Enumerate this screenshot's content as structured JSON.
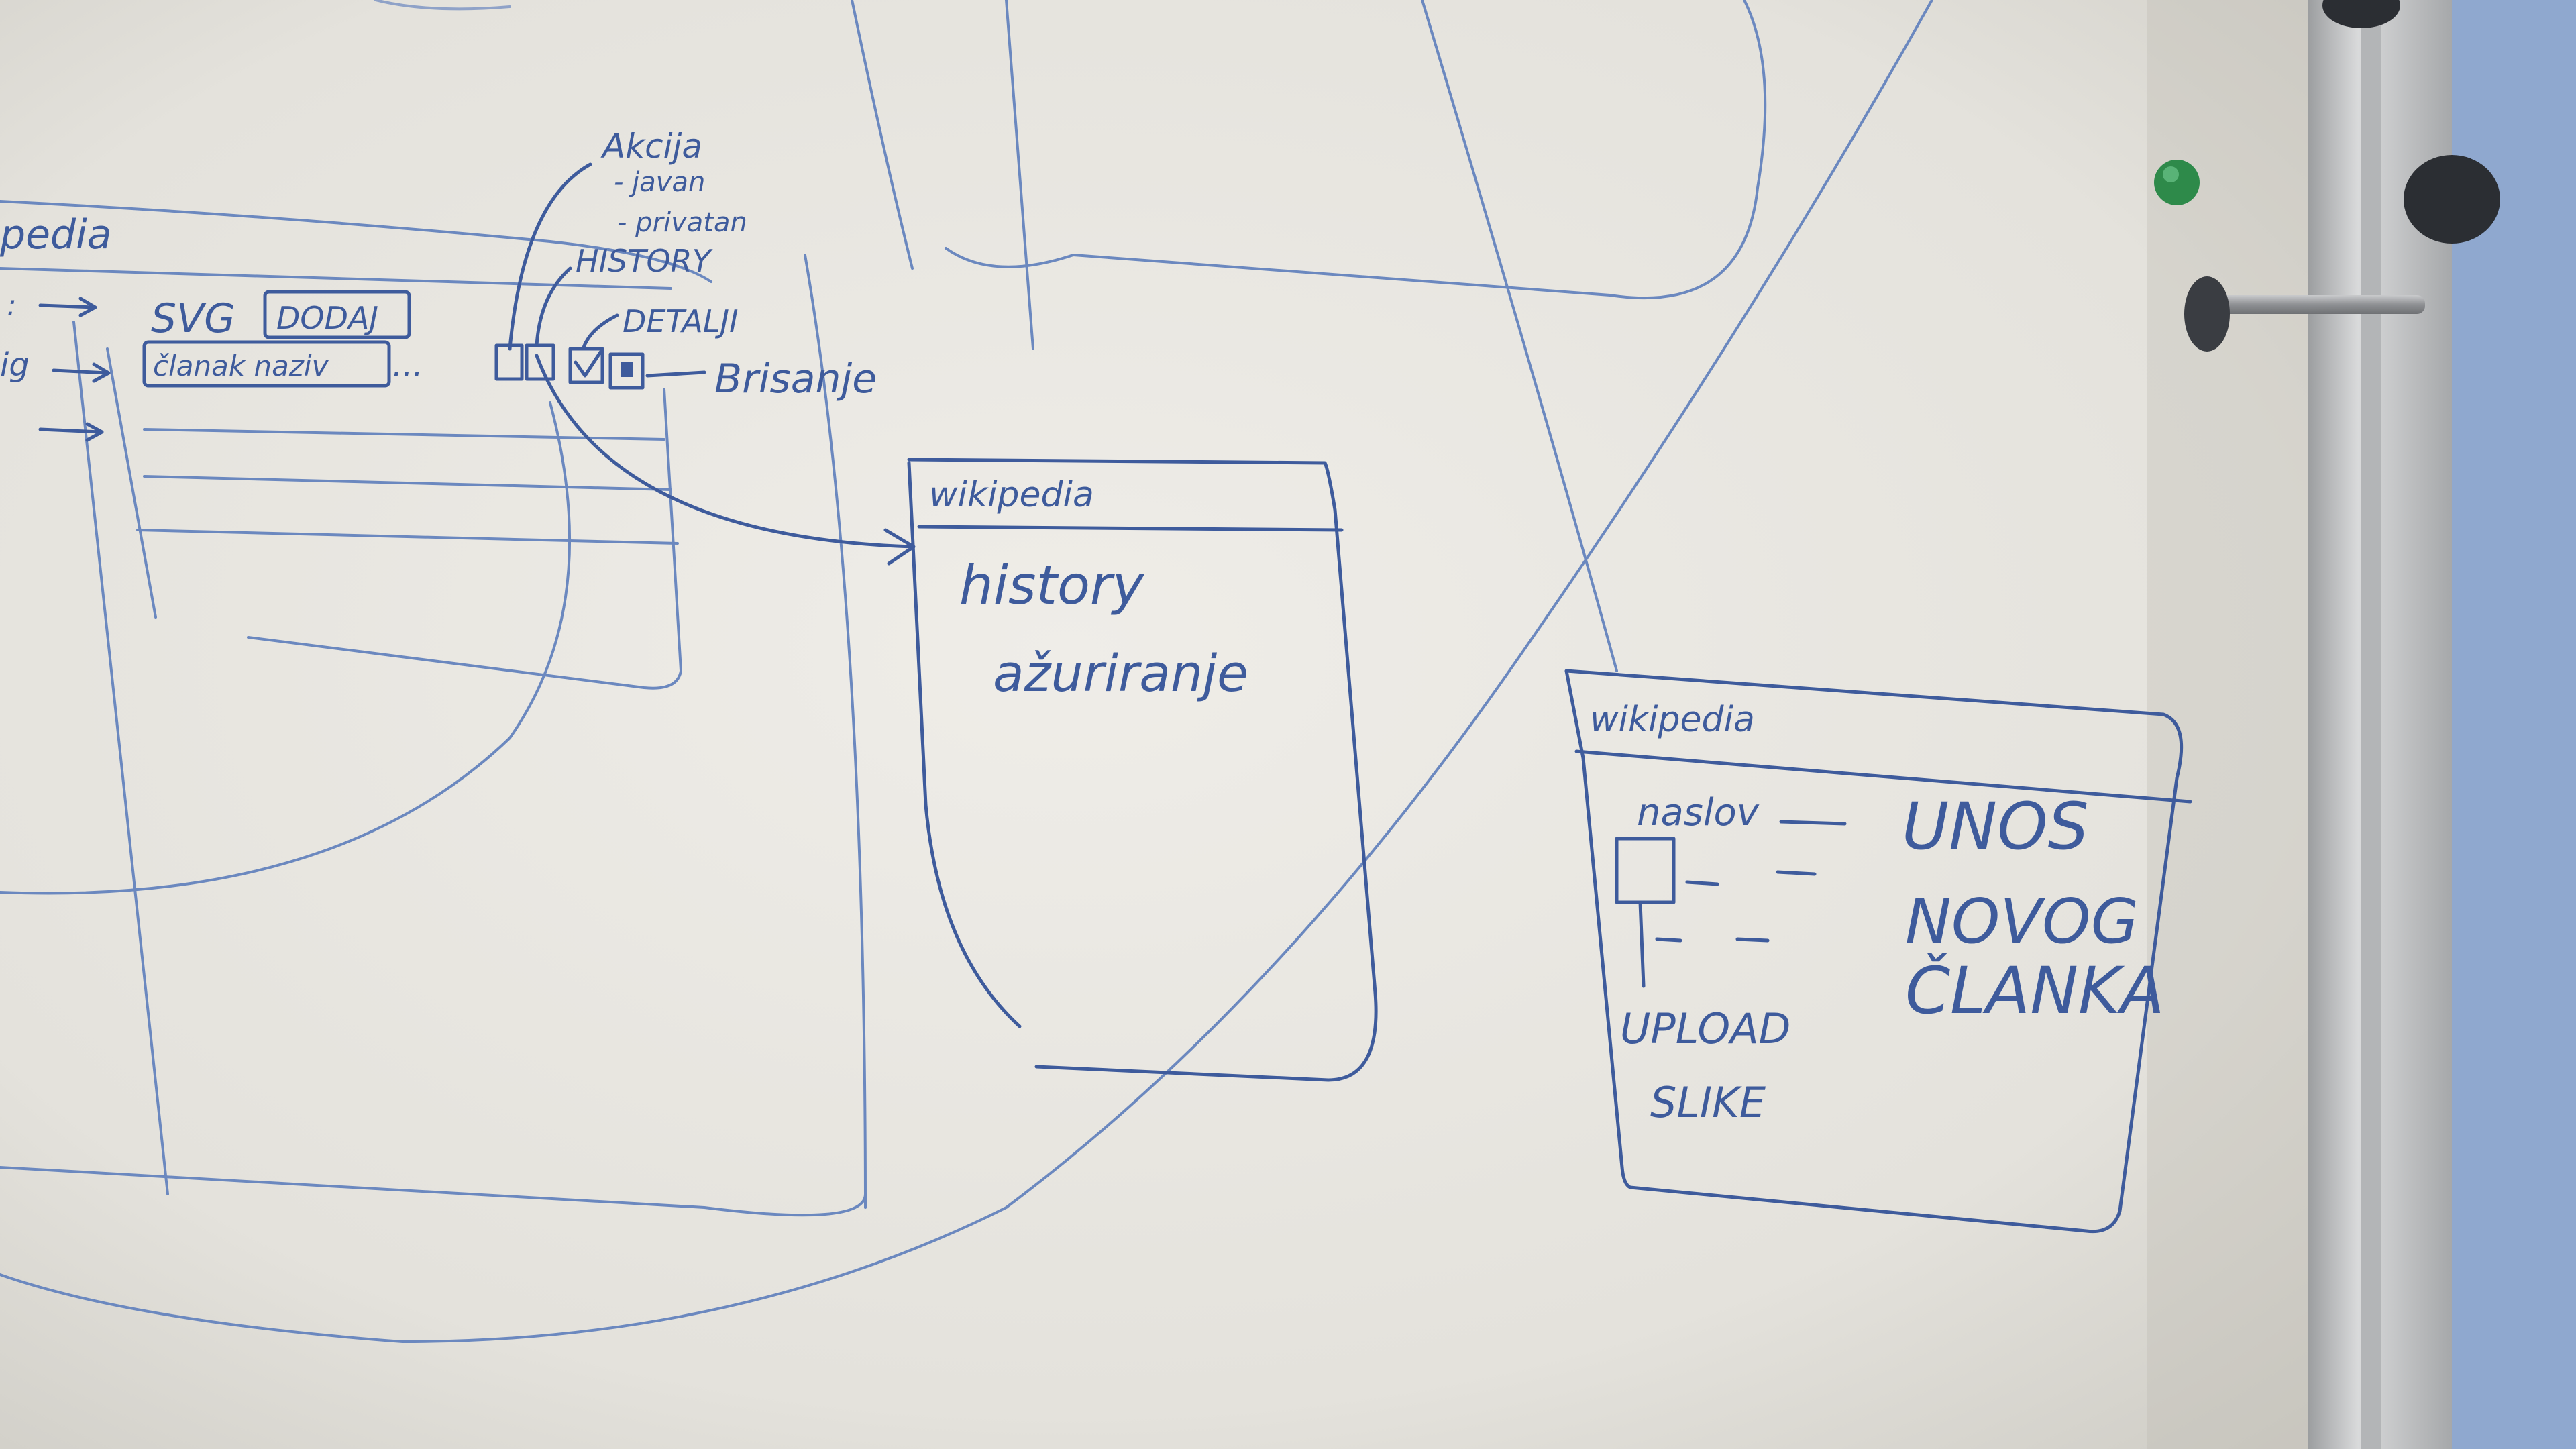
{
  "photo": {
    "subject": "whiteboard",
    "colors": {
      "board": "#e9e7e1",
      "ink": "#3e5b9c",
      "ink_light": "#6b88bf",
      "frame": "#c8c9cb",
      "wall": "#8fa8cf",
      "magnet_green": "#2e8a4a",
      "magnet_dark": "#2b2e33"
    }
  },
  "sketch_left": {
    "title_fragment": "pedia",
    "row1_arrow_label": ":",
    "row1_text": "SVG",
    "row1_button": "DODAJ",
    "row2_arrow_label": "ig",
    "row2_field": "članak naziv",
    "row2_ellipsis": "...",
    "annotation_akcija": "Akcija",
    "annotation_javan": "- javan",
    "annotation_privatan": "- privatan",
    "annotation_history": "HISTORY",
    "annotation_detalji": "DETALJI",
    "annotation_brisanje": "Brisanje"
  },
  "sketch_history": {
    "title": "wikipedia",
    "line1": "history",
    "line2": "ažuriranje"
  },
  "sketch_new_article": {
    "title": "wikipedia",
    "field_label": "naslov",
    "heading_line1": "UNOS",
    "heading_line2": "NOVOG",
    "heading_line3": "ČLANKA",
    "upload_line1": "UPLOAD",
    "upload_line2": "SLIKE"
  }
}
